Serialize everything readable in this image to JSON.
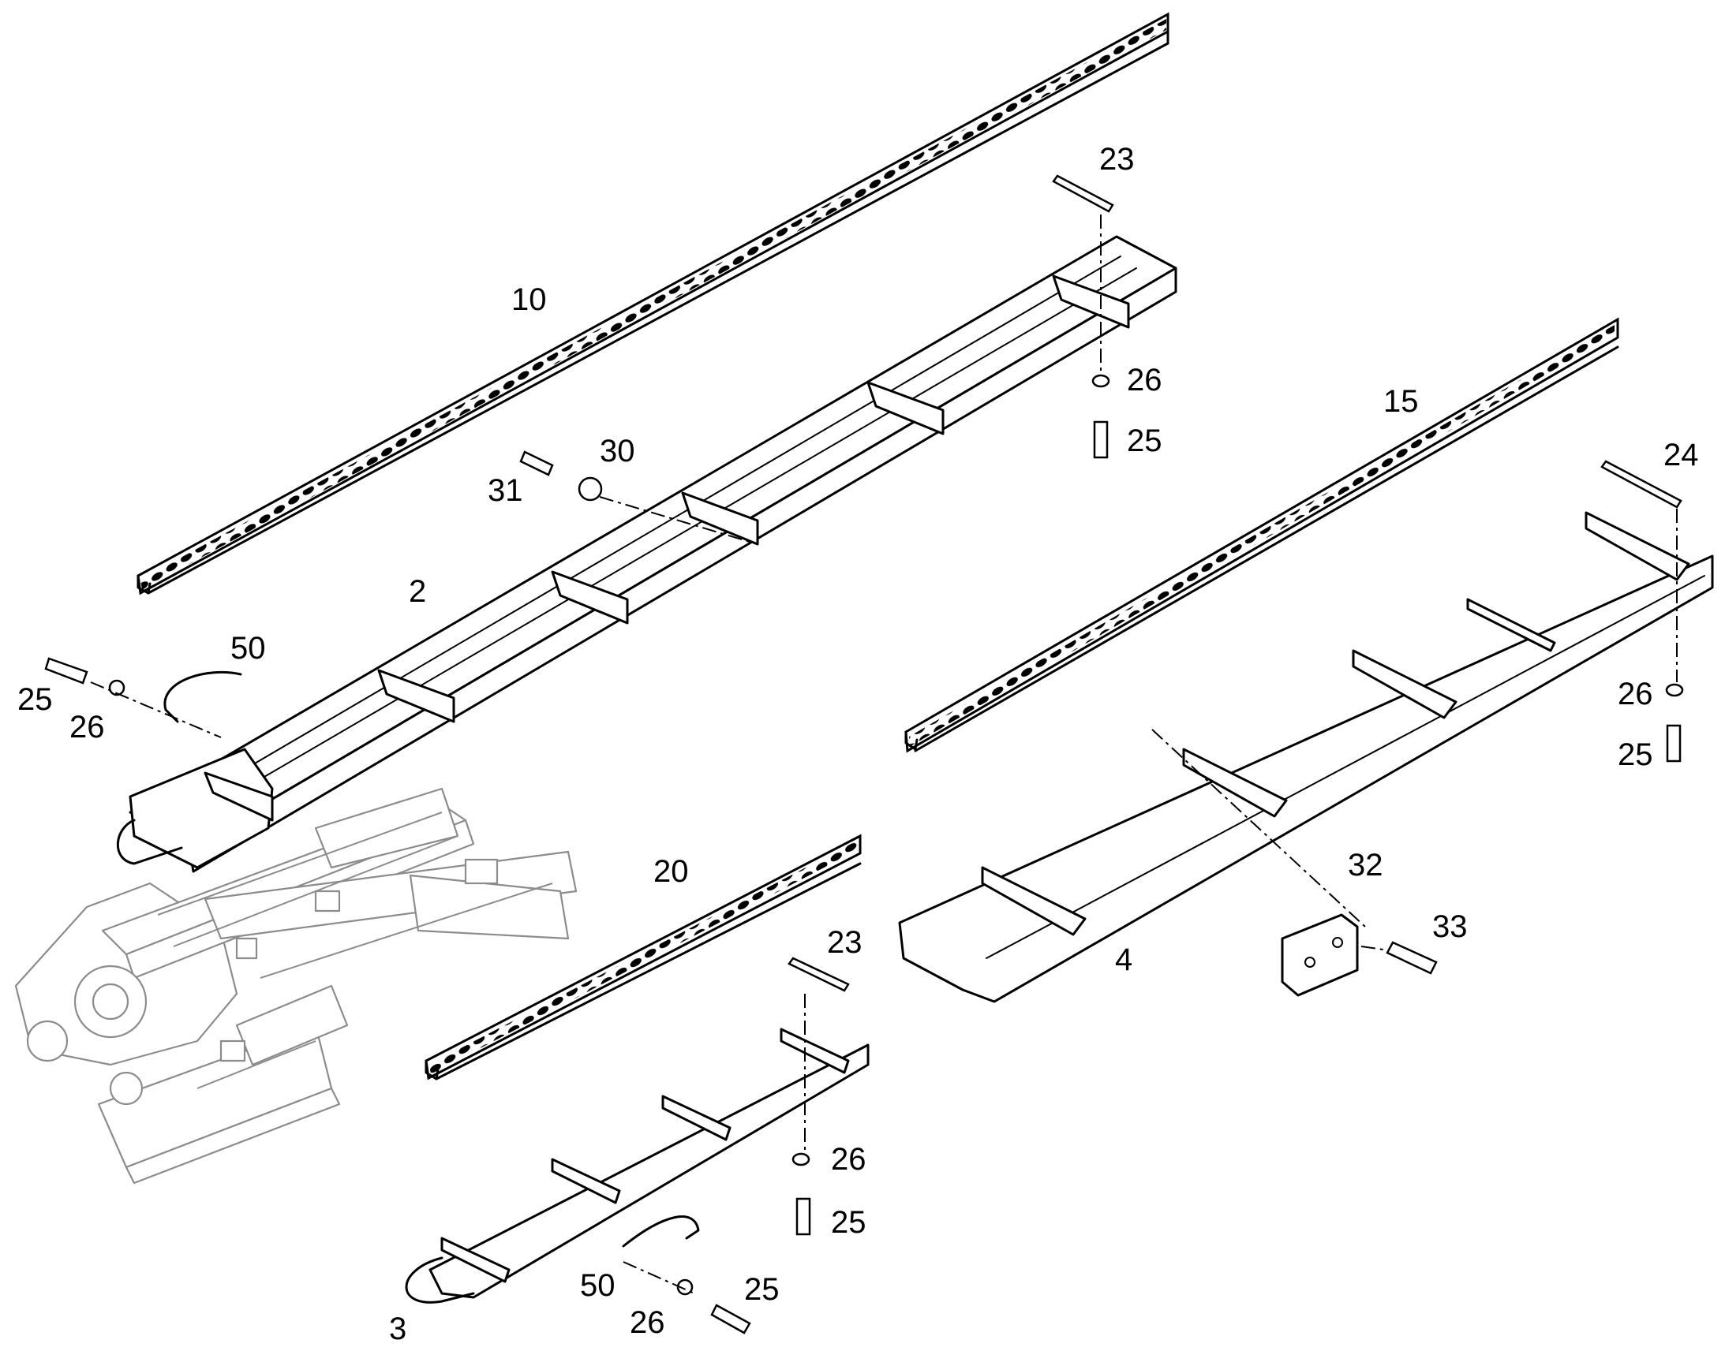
{
  "diagram": {
    "type": "exploded-parts-diagram",
    "colors": {
      "line": "#000000",
      "background": "#ffffff",
      "ghost_frame": "#8c8c8c"
    },
    "callouts": [
      {
        "id": "c10",
        "label": "10"
      },
      {
        "id": "c23a",
        "label": "23"
      },
      {
        "id": "c26a",
        "label": "26"
      },
      {
        "id": "c25a",
        "label": "25"
      },
      {
        "id": "c31",
        "label": "31"
      },
      {
        "id": "c30",
        "label": "30"
      },
      {
        "id": "c2",
        "label": "2"
      },
      {
        "id": "c50a",
        "label": "50"
      },
      {
        "id": "c25b",
        "label": "25"
      },
      {
        "id": "c26b",
        "label": "26"
      },
      {
        "id": "c15",
        "label": "15"
      },
      {
        "id": "c24",
        "label": "24"
      },
      {
        "id": "c26c",
        "label": "26"
      },
      {
        "id": "c25c",
        "label": "25"
      },
      {
        "id": "c20",
        "label": "20"
      },
      {
        "id": "c23b",
        "label": "23"
      },
      {
        "id": "c32",
        "label": "32"
      },
      {
        "id": "c33",
        "label": "33"
      },
      {
        "id": "c4",
        "label": "4"
      },
      {
        "id": "c26d",
        "label": "26"
      },
      {
        "id": "c25d",
        "label": "25"
      },
      {
        "id": "c50b",
        "label": "50"
      },
      {
        "id": "c25e",
        "label": "25"
      },
      {
        "id": "c26e",
        "label": "26"
      },
      {
        "id": "c3",
        "label": "3"
      }
    ]
  }
}
